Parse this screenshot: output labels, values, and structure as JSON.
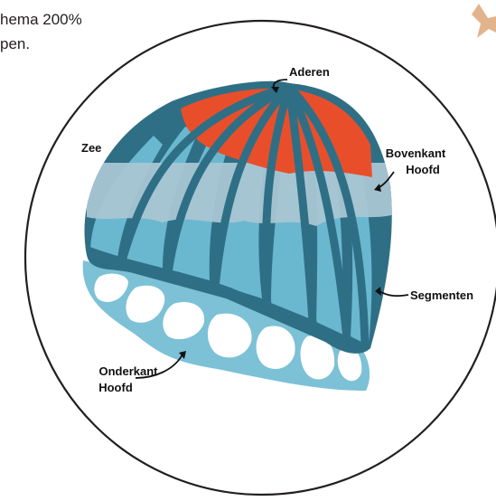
{
  "intro_text": {
    "line1": "hema 200%",
    "line2": "pen."
  },
  "labels": {
    "sea": "Zee",
    "veins": "Aderen",
    "top_head_1": "Bovenkant",
    "top_head_2": "Hoofd",
    "segments": "Segmenten",
    "bottom_head_1": "Onderkant",
    "bottom_head_2": "Hoofd"
  },
  "colors": {
    "outline": "#2f6f86",
    "segment_light": "#6ab8cf",
    "segment_pale": "#a9c5d3",
    "veins_red": "#e94e2b",
    "bottom_head": "#7cc1d6",
    "circle": "#231f20",
    "star": "#e2b48c"
  }
}
